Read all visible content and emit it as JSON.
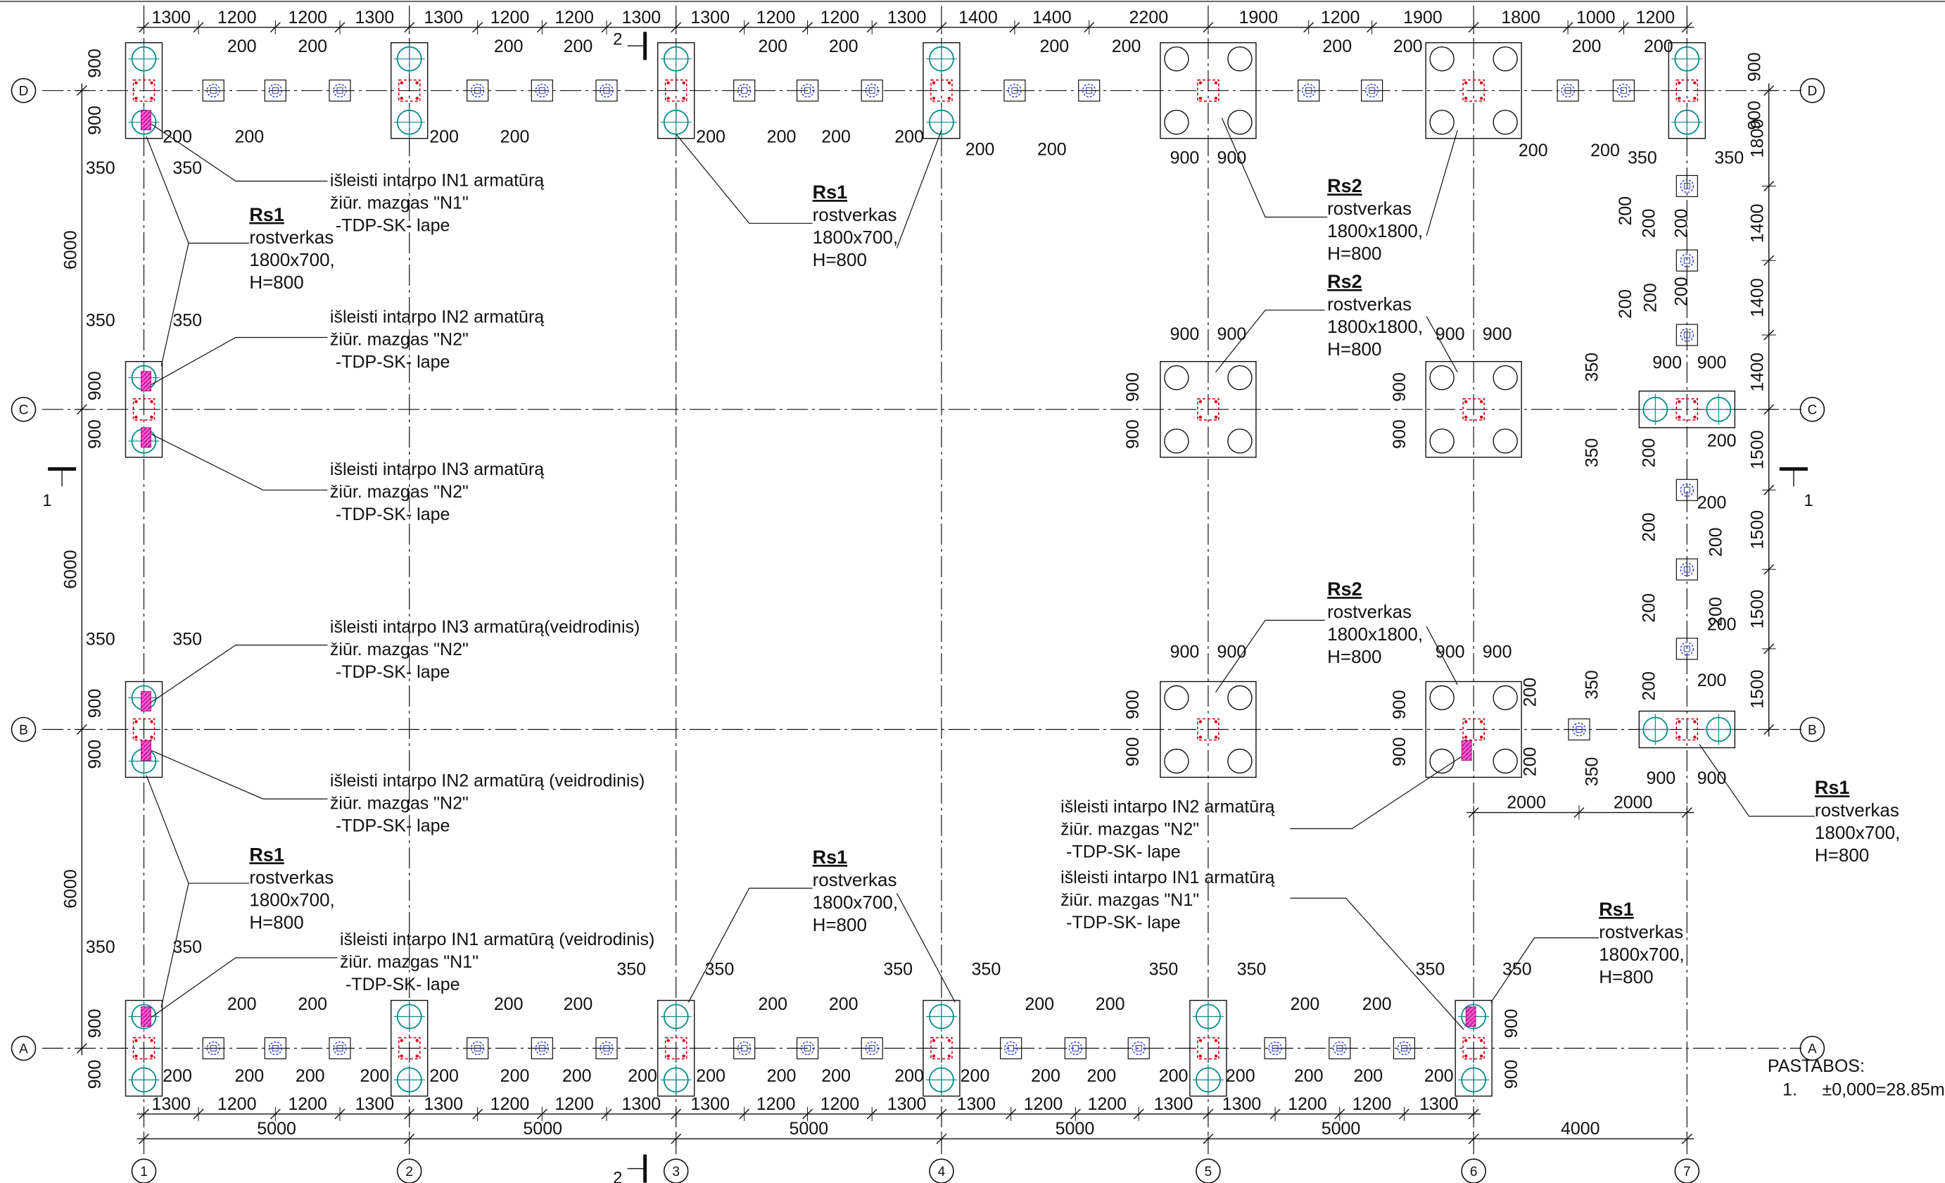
{
  "grid": {
    "columns": [
      "1",
      "2",
      "3",
      "4",
      "5",
      "6",
      "7"
    ],
    "rows": [
      "A",
      "B",
      "C",
      "D"
    ]
  },
  "dimensions": {
    "bay_5000": "5000",
    "bay_4000": "4000",
    "span_6000": "6000",
    "d1300": "1300",
    "d1200": "1200",
    "d1400": "1400",
    "d1500": "1500",
    "d1800": "1800",
    "d1900": "1900",
    "d2000": "2000",
    "d2200": "2200",
    "d1000": "1000",
    "d900": "900",
    "d350": "350",
    "d200": "200"
  },
  "sections": {
    "s1": "1",
    "s2": "2"
  },
  "callouts": [
    {
      "title": "Rs1",
      "l1": "rostverkas",
      "l2": "1800x700,",
      "l3": "H=800"
    },
    {
      "title": "Rs1",
      "l1": "rostverkas",
      "l2": "1800x700,",
      "l3": "H=800"
    },
    {
      "title": "Rs2",
      "l1": "rostverkas",
      "l2": "1800x1800,",
      "l3": "H=800"
    },
    {
      "title": "Rs2",
      "l1": "rostverkas",
      "l2": "1800x1800,",
      "l3": "H=800"
    },
    {
      "title": "Rs2",
      "l1": "rostverkas",
      "l2": "1800x1800,",
      "l3": "H=800"
    },
    {
      "title": "Rs1",
      "l1": "rostverkas",
      "l2": "1800x700,",
      "l3": "H=800"
    },
    {
      "title": "Rs1",
      "l1": "rostverkas",
      "l2": "1800x700,",
      "l3": "H=800"
    },
    {
      "title": "Rs1",
      "l1": "rostverkas",
      "l2": "1800x700,",
      "l3": "H=800"
    },
    {
      "title": "Rs1",
      "l1": "rostverkas",
      "l2": "1800x700,",
      "l3": "H=800"
    }
  ],
  "notes": [
    {
      "l1": "išleisti intarpo IN1 armatūrą",
      "l2": "žiūr. mazgas \"N1\"",
      "l3": "-TDP-SK-   lape"
    },
    {
      "l1": "išleisti intarpo IN2 armatūrą",
      "l2": "žiūr. mazgas \"N2\"",
      "l3": "-TDP-SK-   lape"
    },
    {
      "l1": "išleisti intarpo IN3 armatūrą",
      "l2": "žiūr. mazgas \"N2\"",
      "l3": "-TDP-SK-   lape"
    },
    {
      "l1": "išleisti intarpo IN3 armatūrą(veidrodinis)",
      "l2": "žiūr. mazgas \"N2\"",
      "l3": "-TDP-SK-   lape"
    },
    {
      "l1": "išleisti intarpo IN2 armatūrą (veidrodinis)",
      "l2": "žiūr. mazgas \"N2\"",
      "l3": "-TDP-SK-   lape"
    },
    {
      "l1": "išleisti intarpo IN1 armatūrą (veidrodinis)",
      "l2": "žiūr. mazgas \"N1\"",
      "l3": "-TDP-SK-   lape"
    },
    {
      "l1": "išleisti intarpo IN2 armatūrą",
      "l2": "žiūr. mazgas \"N2\"",
      "l3": "-TDP-SK-   lape"
    },
    {
      "l1": "išleisti intarpo IN1 armatūrą",
      "l2": "žiūr. mazgas \"N1\"",
      "l3": "-TDP-SK-   lape"
    }
  ],
  "pastabos": {
    "title": "PASTABOS:",
    "num": "1.",
    "text": "±0,000=28.85m"
  },
  "colors": {
    "line": "#111111",
    "axis_bubble": "#111111",
    "pile_cyan": "#0a8a8a",
    "rebar_red": "#d0021b",
    "pile_blue": "#2a3cb8",
    "insert_magenta": "#e020b0"
  }
}
